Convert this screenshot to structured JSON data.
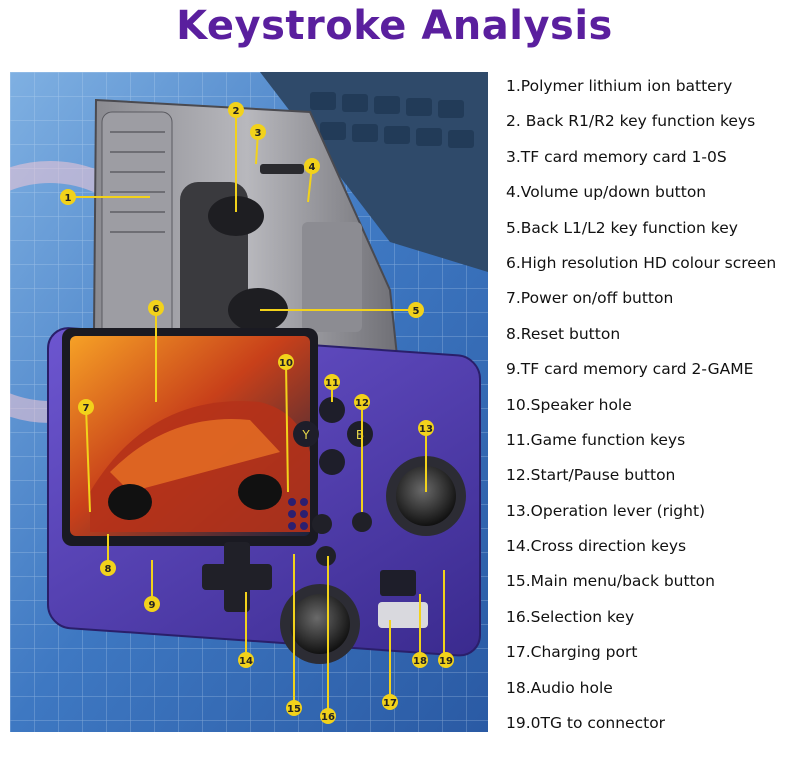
{
  "title": "Keystroke Analysis",
  "labels": [
    "1.Polymer lithium ion battery",
    "2. Back R1/R2 key function keys",
    "3.TF card memory card 1-0S",
    "4.Volume up/down button",
    "5.Back L1/L2 key function key",
    "6.High resolution HD colour screen",
    "7.Power on/off button",
    "8.Reset button",
    "9.TF card memory card 2-GAME",
    "10.Speaker hole",
    "11.Game function keys",
    "12.Start/Pause button",
    "13.Operation lever (right)",
    "14.Cross direction keys",
    "15.Main menu/back button",
    "16.Selection key",
    "17.Charging port",
    "18.Audio hole",
    "19.0TG to connector"
  ],
  "callouts": [
    "1",
    "2",
    "3",
    "4",
    "5",
    "6",
    "7",
    "8",
    "9",
    "10",
    "11",
    "12",
    "13",
    "14",
    "15",
    "16",
    "17",
    "18",
    "19"
  ],
  "face_buttons": {
    "y": "Y",
    "b": "B"
  },
  "colors": {
    "title": "#5a1f9e",
    "callout_fill": "#f2d21b",
    "device_purple": "#5b44b8",
    "mat_blue": "#3f73b8"
  }
}
